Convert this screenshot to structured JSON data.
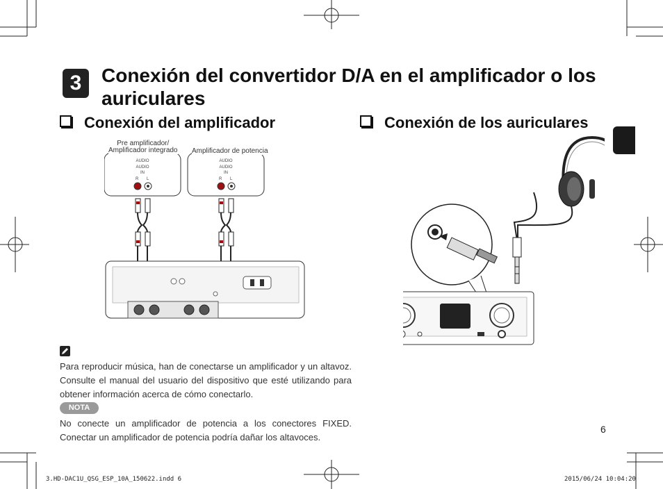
{
  "step_number": "3",
  "title": "Conexión del convertidor D/A en el amplificador o los auriculares",
  "sections": {
    "left": "Conexión del amplificador",
    "right": "Conexión de los auriculares"
  },
  "diagram": {
    "preamp_label": "Pre amplificador/\nAmplificador integrado",
    "power_amp_label": "Amplificador de potencia",
    "jack_audio": "AUDIO",
    "jack_in": "IN",
    "jack_r": "R",
    "jack_l": "L"
  },
  "tip_text": "Para reproducir música, han de conectarse un amplificador y un altavoz. Consulte el manual del usuario del dispositivo que esté utilizando para obtener información acerca de cómo conectarlo.",
  "nota_label": "NOTA",
  "nota_text": "No conecte un amplificador de potencia a los conectores FIXED. Conectar un amplificador de potencia podría dañar los altavoces.",
  "page_number": "6",
  "footer": {
    "file": "3.HD-DAC1U_QSG_ESP_10A_150622.indd   6",
    "stamp": "2015/06/24   10:04:20"
  }
}
